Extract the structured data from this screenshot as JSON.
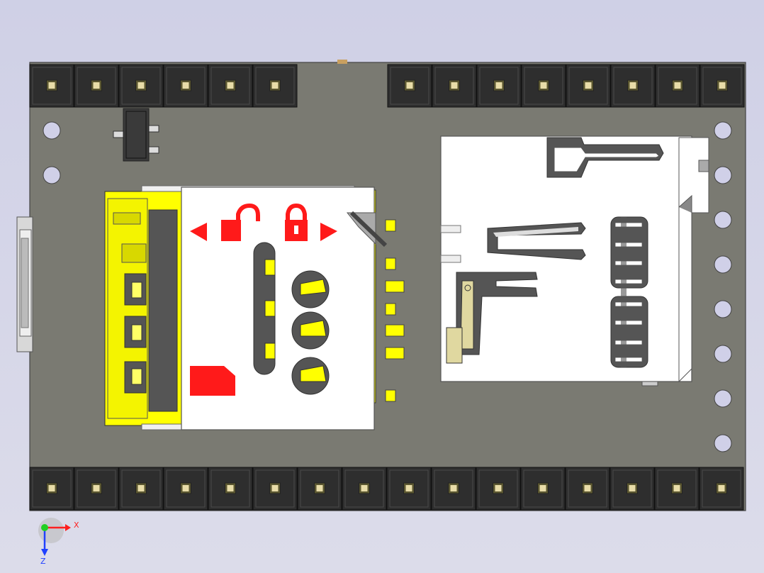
{
  "viewport": {
    "background_color": "#d4d4e8",
    "board_color": "#7a7a72",
    "header_color": "#2e2e2e",
    "pin_color": "#e8dca8",
    "sim_holder_color": "#ffff00",
    "marker_color": "#ff1a1a",
    "metal_color": "#ffffff"
  },
  "board": {
    "top_header_left_pins": 6,
    "top_header_right_pins": 8,
    "bottom_header_pins": 16,
    "left_mount_holes": 2,
    "right_mount_holes": 8
  },
  "sim_socket": {
    "open_icon": "unlock-icon",
    "close_icon": "lock-icon",
    "left_arrow": "arrow-left-icon",
    "right_arrow": "arrow-right-icon"
  },
  "axis_triad": {
    "x_label": "X",
    "z_label": "Z",
    "x_color": "#ff2020",
    "y_color": "#20d020",
    "z_color": "#2040ff"
  }
}
